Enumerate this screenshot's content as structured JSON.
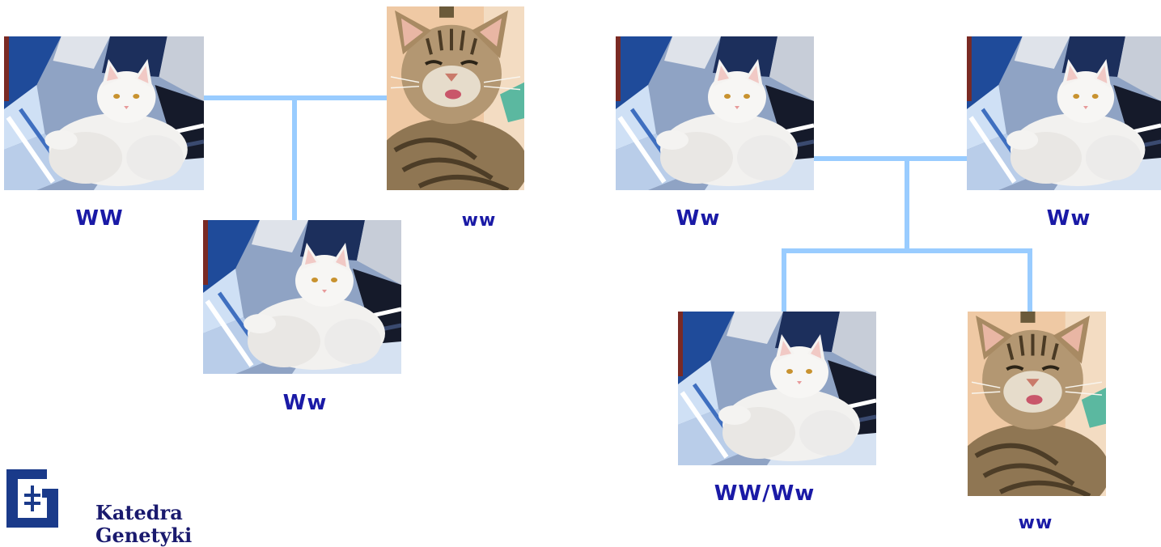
{
  "colors": {
    "connector": "#99ccff",
    "label": "#1a1aa6",
    "logo": "#1a3a8a"
  },
  "left_cross": {
    "parent1": {
      "genotype": "WW",
      "image": "white-cat"
    },
    "parent2": {
      "genotype": "ww",
      "image": "tabby-cat"
    },
    "child": {
      "genotype": "Ww",
      "image": "white-cat"
    }
  },
  "right_cross": {
    "parent1": {
      "genotype": "Ww",
      "image": "white-cat"
    },
    "parent2": {
      "genotype": "Ww",
      "image": "white-cat"
    },
    "child1": {
      "genotype": "WW/Ww",
      "image": "white-cat"
    },
    "child2": {
      "genotype": "ww",
      "image": "tabby-cat"
    }
  },
  "logo": {
    "line1": "Katedra",
    "line2": "Genetyki"
  }
}
